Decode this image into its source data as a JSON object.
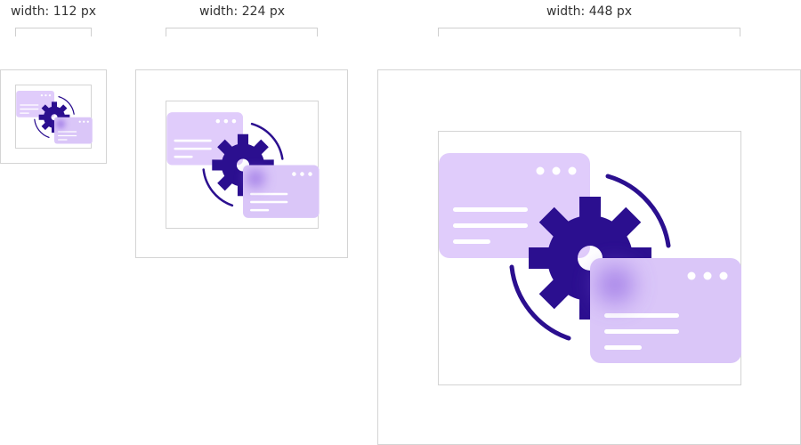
{
  "labels": {
    "small": "width: 112 px",
    "medium": "width: 224 px",
    "large": "width: 448 px"
  },
  "icon": {
    "name": "settings-gear-windows-icon",
    "colors": {
      "gear": "#2b0f8f",
      "arc": "#2b0f8f",
      "window": "#e0ccfb",
      "window_front": "#dac6f8",
      "window_lines": "#ffffff",
      "glow": "#8a5fe0"
    }
  }
}
